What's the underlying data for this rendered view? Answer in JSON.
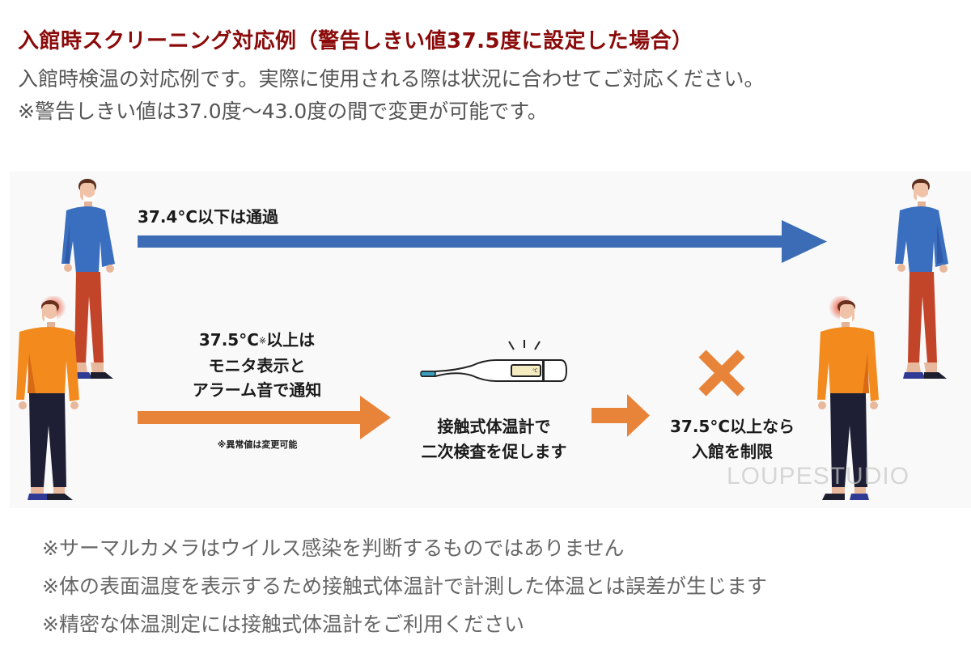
{
  "header": {
    "title": "入館時スクリーニング対応例（警告しきい値37.5度に設定した場合）",
    "intro_lines": [
      "入館時検温の対応例です。実際に使用される際は状況に合わせてご対応ください。",
      "※警告しきい値は37.0度〜43.0度の間で変更が可能です。"
    ]
  },
  "diagram": {
    "pass_flow": {
      "label": "37.4°C以下は通過",
      "arrow_color": "#3b6cb5"
    },
    "alarm_flow": {
      "label_line1": "37.5°C",
      "label_mark": "※",
      "label_line1_suffix": "以上は",
      "label_line2": "モニタ表示と",
      "label_line3": "アラーム音で通知",
      "note": "※異常値は変更可能",
      "arrow_color": "#e8843a"
    },
    "recheck": {
      "line1": "接触式体温計で",
      "line2": "二次検査を促します",
      "thermometer_unit": "℃"
    },
    "restrict": {
      "mark": "×",
      "line1": "37.5°C以上なら",
      "line2": "入館を制限",
      "mark_color": "#e8843a"
    },
    "colors": {
      "panel_bg": "#f9f9f9",
      "blue_shirt": "#3a6fbf",
      "red_pants": "#c2452a",
      "orange_shirt": "#f28a1e",
      "navy_pants": "#1e1f35",
      "shoe_blue": "#2e3a94"
    },
    "watermark": "LOUPESTUDIO"
  },
  "footnotes": [
    "※サーマルカメラはウイルス感染を判断するものではありません",
    "※体の表面温度を表示するため接触式体温計で計測した体温とは誤差が生じます",
    "※精密な体温測定には接触式体温計をご利用ください"
  ]
}
